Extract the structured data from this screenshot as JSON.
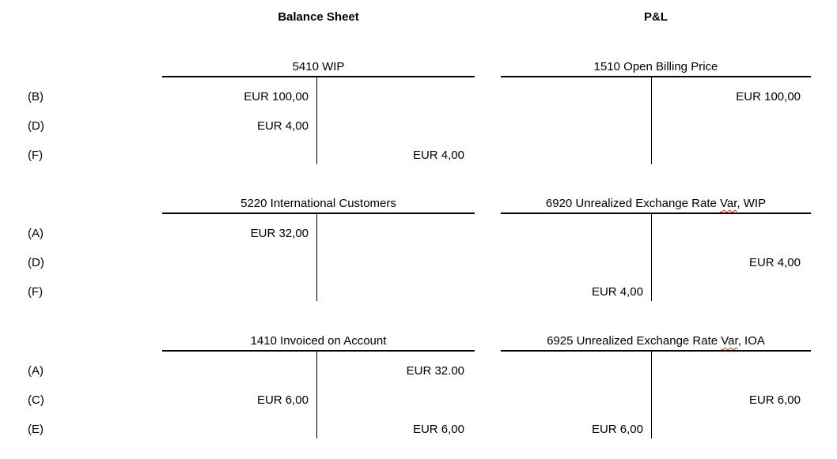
{
  "headers": {
    "left": "Balance Sheet",
    "right": "P&L"
  },
  "row_labels": {
    "row1": [
      "(B)",
      "(D)",
      "(F)"
    ],
    "row2": [
      "(A)",
      "(D)",
      "(F)"
    ],
    "row3": [
      "(A)",
      "(C)",
      "(E)"
    ]
  },
  "accounts": [
    {
      "title": "5410 WIP",
      "section": "Balance Sheet",
      "title_before": "5410 WIP",
      "title_squiggle": "",
      "title_after": "",
      "debits": [
        "EUR 100,00",
        "EUR 4,00",
        ""
      ],
      "credits": [
        "",
        "",
        "EUR 4,00"
      ]
    },
    {
      "title": "1510 Open Billing Price",
      "section": "P&L",
      "title_before": "1510 Open Billing Price",
      "title_squiggle": "",
      "title_after": "",
      "debits": [
        "",
        "",
        ""
      ],
      "credits": [
        "EUR 100,00",
        "",
        ""
      ]
    },
    {
      "title": "5220 International Customers",
      "section": "Balance Sheet",
      "title_before": "5220 International Customers",
      "title_squiggle": "",
      "title_after": "",
      "debits": [
        "EUR 32,00",
        "",
        ""
      ],
      "credits": [
        "",
        "",
        ""
      ]
    },
    {
      "title": "6920 Unrealized Exchange Rate Var, WIP",
      "section": "P&L",
      "title_before": "6920 Unrealized Exchange Rate ",
      "title_squiggle": "Var",
      "title_after": ", WIP",
      "debits": [
        "",
        "",
        "EUR 4,00"
      ],
      "credits": [
        "",
        "EUR 4,00",
        ""
      ]
    },
    {
      "title": "1410 Invoiced on Account",
      "section": "Balance Sheet",
      "title_before": "1410 Invoiced on Account",
      "title_squiggle": "",
      "title_after": "",
      "debits": [
        "",
        "EUR 6,00",
        ""
      ],
      "credits": [
        "EUR 32.00",
        "",
        "EUR 6,00"
      ]
    },
    {
      "title": "6925 Unrealized Exchange Rate Var, IOA",
      "section": "P&L",
      "title_before": "6925 Unrealized Exchange Rate ",
      "title_squiggle": "Var",
      "title_after": ", IOA",
      "debits": [
        "",
        "",
        "EUR 6,00"
      ],
      "credits": [
        "",
        "EUR 6,00",
        ""
      ]
    }
  ],
  "colors": {
    "background": "#ffffff",
    "text": "#000000",
    "line": "#000000",
    "spellcheck_squiggle": "#e3242b"
  }
}
